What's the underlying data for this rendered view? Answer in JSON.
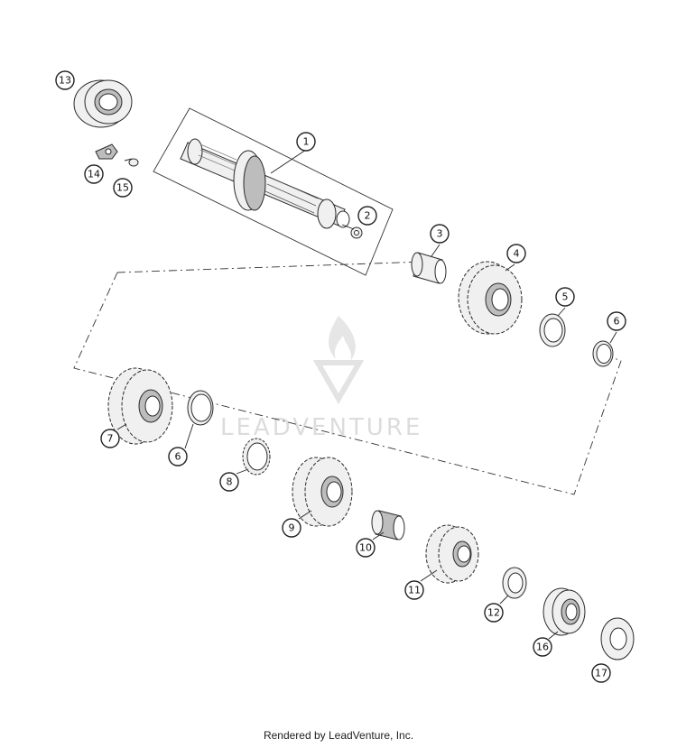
{
  "watermark": {
    "text": "LEADVENTURE"
  },
  "credit": "Rendered by LeadVenture, Inc.",
  "callouts": [
    {
      "id": "c1",
      "label": "1"
    },
    {
      "id": "c2",
      "label": "2"
    },
    {
      "id": "c3",
      "label": "3"
    },
    {
      "id": "c4",
      "label": "4"
    },
    {
      "id": "c5",
      "label": "5"
    },
    {
      "id": "c6a",
      "label": "6"
    },
    {
      "id": "c7",
      "label": "7"
    },
    {
      "id": "c6b",
      "label": "6"
    },
    {
      "id": "c8",
      "label": "8"
    },
    {
      "id": "c9",
      "label": "9"
    },
    {
      "id": "c10",
      "label": "10"
    },
    {
      "id": "c11",
      "label": "11"
    },
    {
      "id": "c12",
      "label": "12"
    },
    {
      "id": "c13",
      "label": "13"
    },
    {
      "id": "c14",
      "label": "14"
    },
    {
      "id": "c15",
      "label": "15"
    },
    {
      "id": "c16",
      "label": "16"
    },
    {
      "id": "c17",
      "label": "17"
    }
  ]
}
